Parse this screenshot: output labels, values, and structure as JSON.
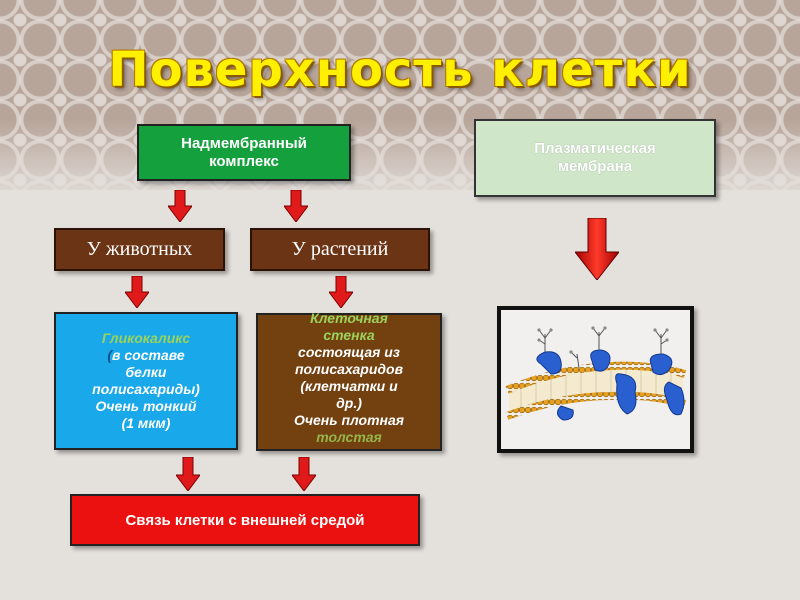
{
  "slide": {
    "title": "Поверхность клетки",
    "supramembrane": {
      "line1": "Надмембранный",
      "line2": "комплекс"
    },
    "plasma_membrane": {
      "line1": "Плазматическая",
      "line2": "мембрана"
    },
    "animals": "У  животных",
    "plants": "У  растений",
    "glycocalyx": {
      "title": "Гликокаликс",
      "open_paren": "(",
      "lines": [
        "в составе",
        "белки",
        "полисахариды)",
        "Очень тонкий",
        "(1 мкм)"
      ]
    },
    "cell_wall": {
      "title_line1": "Клеточная",
      "title_line2": "стенка",
      "lines": [
        "состоящая из",
        "полисахаридов",
        "(клетчатки и",
        "др.)",
        "Очень плотная"
      ],
      "last_line": "толстая"
    },
    "connection": "Связь клетки с внешней средой"
  },
  "colors": {
    "green": "#14a03c",
    "light_green": "#cfe6c9",
    "brown": "#6b3415",
    "cyan": "#19a8e9",
    "red": "#ec1111",
    "title_yellow": "#ffef00"
  }
}
